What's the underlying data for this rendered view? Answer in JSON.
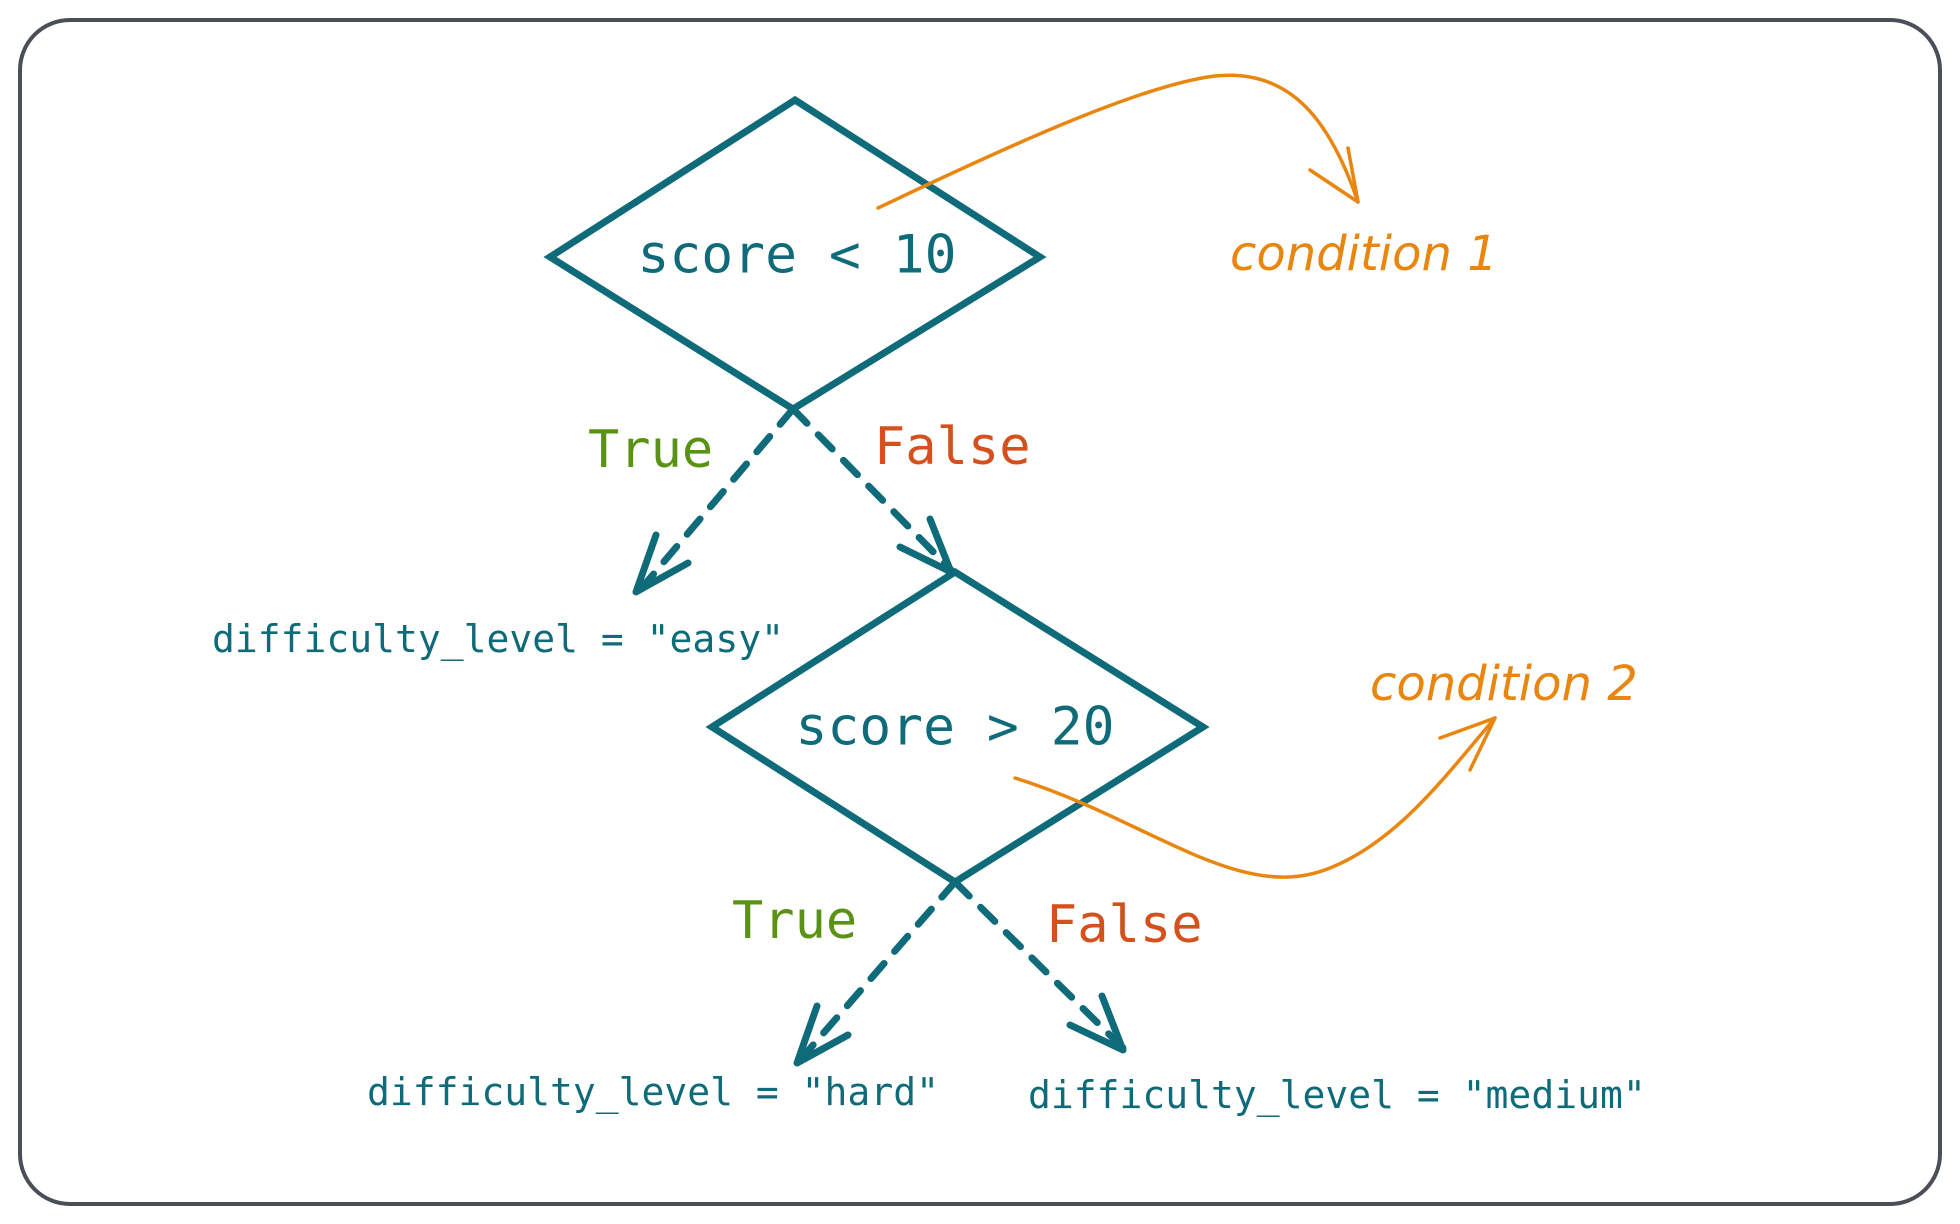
{
  "diagram": {
    "node1": {
      "text": "score < 10"
    },
    "node2": {
      "text": "score > 20"
    },
    "branch1": {
      "true_label": "True",
      "false_label": "False"
    },
    "branch2": {
      "true_label": "True",
      "false_label": "False"
    },
    "outcomes": {
      "easy": "difficulty_level = \"easy\"",
      "hard": "difficulty_level = \"hard\"",
      "medium": "difficulty_level = \"medium\""
    },
    "annotations": {
      "condition1": "condition 1",
      "condition2": "condition 2"
    }
  },
  "colors": {
    "primary": "#0f6b7a",
    "true": "#5a9216",
    "false": "#d4501c",
    "annotation": "#e8860f",
    "frame": "#4a4f57"
  }
}
